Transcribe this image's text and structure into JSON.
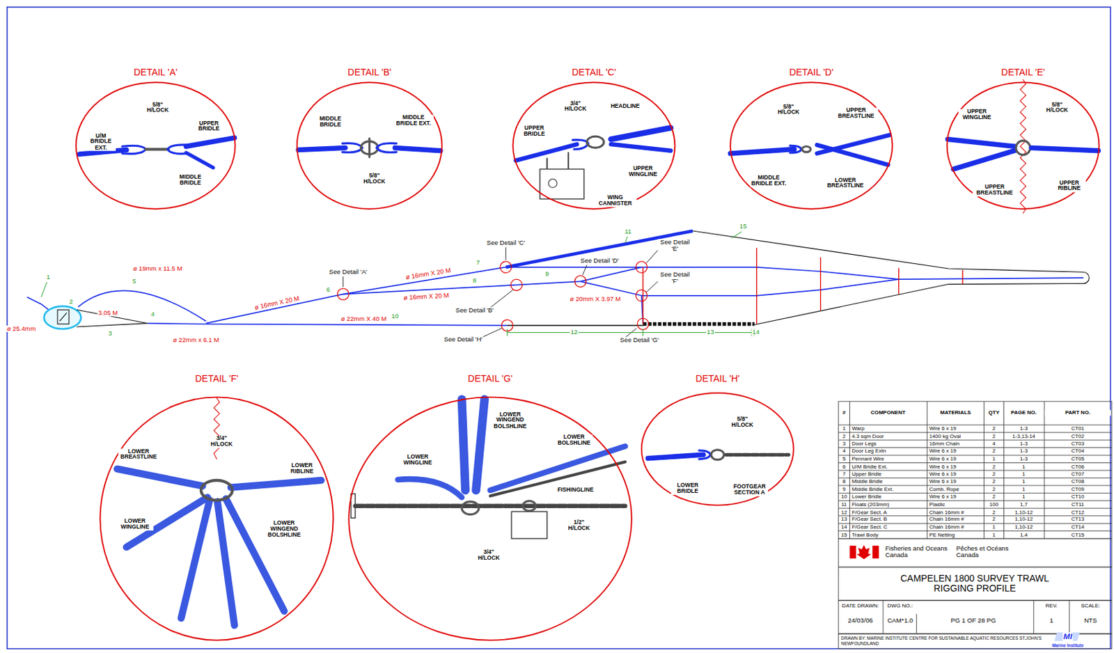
{
  "diagram": {
    "title": "CAMPELEN 1800 SURVEY TRAWL RIGGING PROFILE",
    "nodes": [
      {
        "text": [
          "DETAIL 'A'",
          "U/M BRIDLE EXT.",
          "5/8\" H/LOCK",
          "UPPER BRIDLE",
          "MIDDLE BRIDLE"
        ]
      },
      {
        "text": [
          "DETAIL 'B'",
          "MIDDLE BRIDLE",
          "MIDDLE BRIDLE EXT.",
          "5/8\" H/LOCK"
        ]
      },
      {
        "text": [
          "DETAIL 'C'",
          "3/4\" H/LOCK",
          "HEADLINE",
          "UPPER BRIDLE",
          "UPPER WINGLINE",
          "WING CANNISTER"
        ]
      },
      {
        "text": [
          "DETAIL 'D'",
          "5/8\" H/LOCK",
          "UPPER BREASTLINE",
          "MIDDLE BRIDLE EXT.",
          "LOWER BREASTLINE"
        ]
      },
      {
        "text": [
          "DETAIL 'E'",
          "UPPER WINGLINE",
          "5/8\" H/LOCK",
          "UPPER BREASTLINE",
          "UPPER RIBLINE"
        ]
      },
      {
        "text": [
          "DETAIL 'F'",
          "LOWER BREASTLINE",
          "3/4\" H/LOCK",
          "LOWER RIBLINE",
          "LOWER WINGLINE",
          "LOWER WINGEND BOLSHLINE"
        ]
      },
      {
        "text": [
          "DETAIL 'G'",
          "LOWER WINGEND BOLSHLINE",
          "LOWER BOLSHLINE",
          "LOWER WINGLINE",
          "FISHINGLINE",
          "1/2\" H/LOCK",
          "3/4\" H/LOCK"
        ]
      },
      {
        "text": [
          "DETAIL 'H'",
          "5/8\" H/LOCK",
          "LOWER BRIDLE",
          "FOOTGEAR SECTION A"
        ]
      }
    ],
    "labels": [
      "1",
      "ø 25.4mm",
      "2",
      "5",
      "ø 19mm x 11.5 M",
      "3.05 M",
      "3",
      "4",
      "ø 22mm x 6.1 M",
      "ø 16mm X 20 M",
      "6",
      "See Detail 'A'",
      "ø 16mm X 20 M",
      "7",
      "ø 16mm X 20 M",
      "8",
      "See Detail 'C'",
      "11",
      "15",
      "See Detail 'D'",
      "9",
      "See Detail 'B'",
      "ø 20mm X 3.97 M",
      "See Detail 'E'",
      "See Detail 'F'",
      "ø 22mm X 40 M",
      "10",
      "See Detail 'H'",
      "12",
      "See Detail 'G'",
      "13",
      "14",
      "#",
      "COMPONENT",
      "MATERIALS",
      "QTY",
      "PAGE NO.",
      "PART NO.",
      "1",
      "Warp",
      "Wire 6 x 19",
      "2",
      "1-3",
      "CT01",
      "2",
      "4.3 sqm Door",
      "1400 kg Oval",
      "2",
      "1-3,13-14",
      "CT02",
      "3",
      "Door Legs",
      "16mm Chain",
      "4",
      "1-3",
      "CT03",
      "4",
      "Door Leg Extn",
      "Wire 6 x 19",
      "2",
      "1-3",
      "CT04",
      "5",
      "Pennant Wire",
      "Wire 6 x 19",
      "1",
      "1-3",
      "CT05",
      "6",
      "U/M Bridle Ext.",
      "Wire 6 x 19",
      "2",
      "1",
      "CT06",
      "7",
      "Upper Bridle",
      "Wire 6 x 19",
      "2",
      "1",
      "CT07",
      "8",
      "Middle Bridle",
      "Wire 6 x 19",
      "2",
      "1",
      "CT08",
      "9",
      "Middle Bridle Ext.",
      "Comb. Rope",
      "2",
      "1",
      "CT09",
      "10",
      "Lower Bridle",
      "Wire 6 x 19",
      "2",
      "1",
      "CT10",
      "11",
      "Floats (203mm)",
      "Plastic",
      "100",
      "1,7",
      "CT11",
      "12",
      "F/Gear Sect. A",
      "Chain 16mm #",
      "2",
      "1,10-12",
      "CT12",
      "13",
      "F/Gear Sect. B",
      "Chain 16mm #",
      "2",
      "1,10-12",
      "CT13",
      "14",
      "F/Gear Sect. C",
      "Chain 16mm #",
      "1",
      "1,10-12",
      "CT14",
      "15",
      "Trawl Body",
      "PE Netting",
      "1",
      "1,4",
      "CT15",
      "Fisheries and Oceans Canada",
      "Pêches et Océans Canada",
      "DATE DRAWN:",
      "24/03/06",
      "DWG NO.:",
      "CAM*1.0",
      "PG 1 OF 28 PG",
      "REV.",
      "1",
      "SCALE:",
      "NTS",
      "DRAWN BY: MARINE INSTITUTE CENTRE FOR SUSTAINABLE AQUATIC RESOURCES ST.JOHN'S NEWFOUNDLAND",
      "MI",
      "Marine Institute"
    ]
  }
}
